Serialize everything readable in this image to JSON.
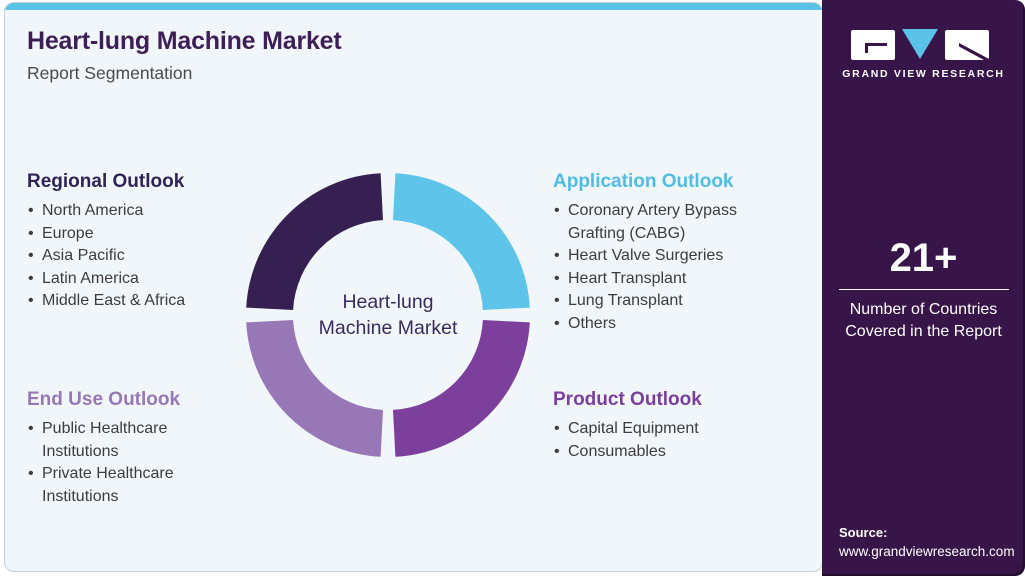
{
  "header": {
    "title": "Heart-lung Machine Market",
    "subtitle": "Report Segmentation"
  },
  "sections": {
    "regional": {
      "heading": "Regional Outlook",
      "items": [
        "North America",
        "Europe",
        "Asia Pacific",
        "Latin America",
        "Middle East & Africa"
      ]
    },
    "application": {
      "heading": "Application Outlook",
      "items": [
        "Coronary Artery Bypass Grafting (CABG)",
        "Heart Valve Surgeries",
        "Heart Transplant",
        "Lung Transplant",
        "Others"
      ]
    },
    "end_use": {
      "heading": "End Use Outlook",
      "items": [
        "Public Healthcare Institutions",
        "Private Healthcare Institutions"
      ]
    },
    "product": {
      "heading": "Product Outlook",
      "items": [
        "Capital Equipment",
        "Consumables"
      ]
    }
  },
  "chart_data": {
    "type": "donut",
    "title": "Heart-lung Machine Market Report Segmentation",
    "center_label_line1": "Heart-lung",
    "center_label_line2": "Machine Market",
    "legend_position": "none",
    "segments": [
      {
        "label": "Regional Outlook",
        "value": 25,
        "color": "#362051",
        "position": "top-left"
      },
      {
        "label": "Application Outlook",
        "value": 25,
        "color": "#5FC4EA",
        "position": "top-right"
      },
      {
        "label": "Product Outlook",
        "value": 25,
        "color": "#7C3F9C",
        "position": "bottom-right"
      },
      {
        "label": "End Use Outlook",
        "value": 25,
        "color": "#9877B7",
        "position": "bottom-left"
      }
    ]
  },
  "sidebar": {
    "brand": "GRAND VIEW RESEARCH",
    "stat_value": "21+",
    "stat_caption": "Number of Countries Covered in the Report",
    "source_label": "Source:",
    "source_url": "www.grandviewresearch.com"
  },
  "colors": {
    "accent_blue": "#5BC2E7",
    "card_background": "#F1F6FA",
    "sidebar_background": "#381549",
    "title_text": "#3E1E56",
    "regional_heading": "#2F2357",
    "application_heading": "#4FBDE8",
    "end_use_heading": "#9678B6",
    "product_heading": "#7A3F9D",
    "body_text": "#3C3C3C"
  }
}
